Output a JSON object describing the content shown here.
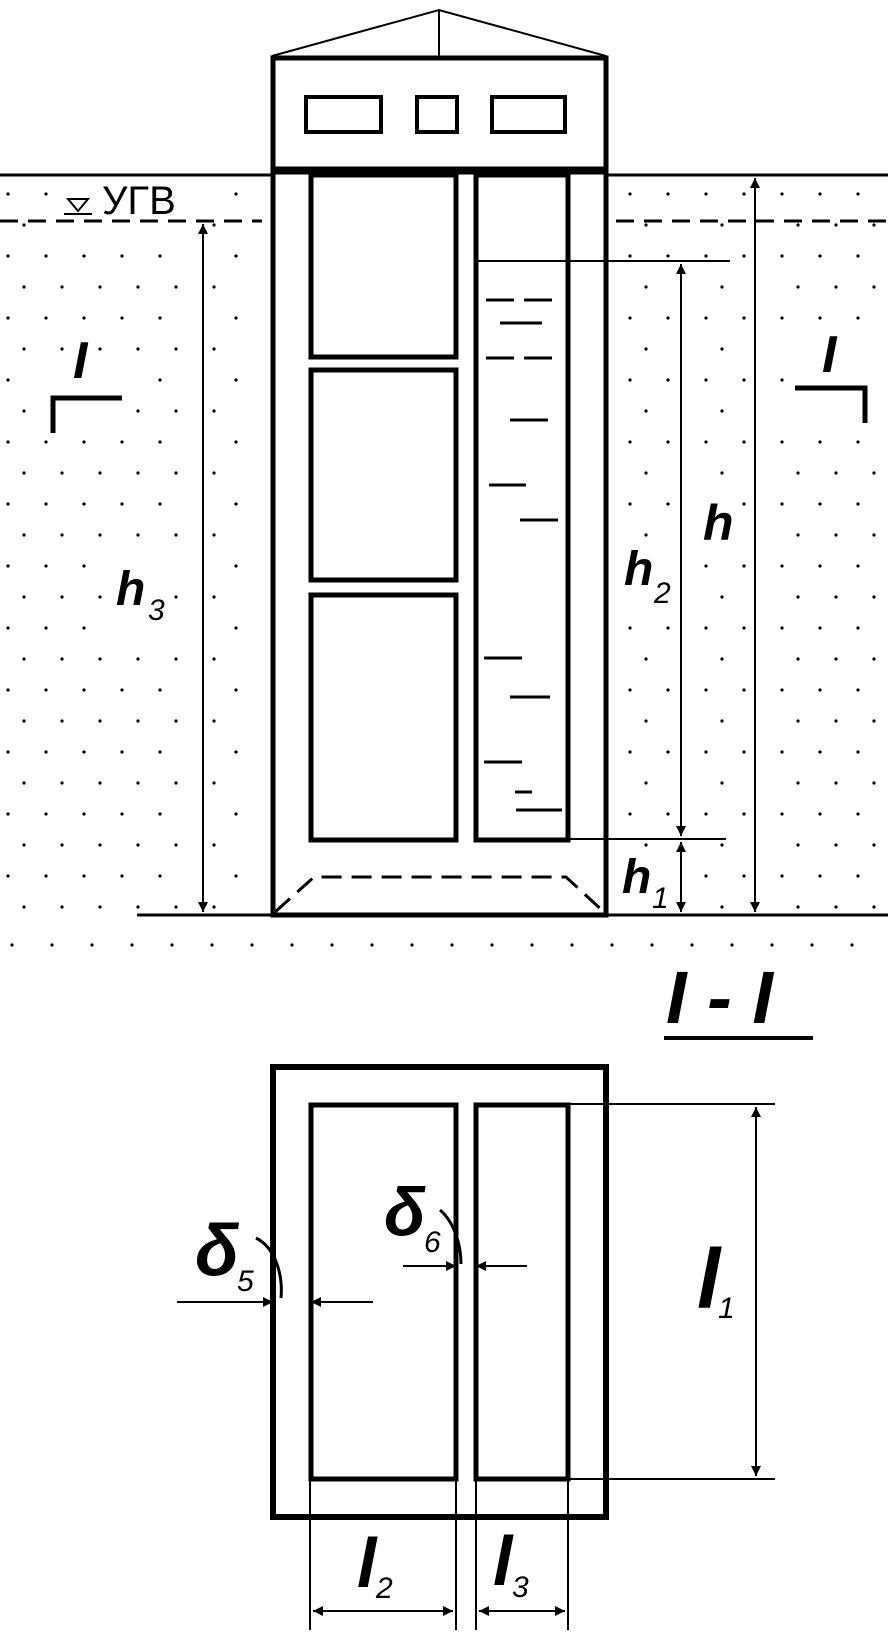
{
  "water_level": {
    "label": "УГВ"
  },
  "section_marks": {
    "left": "I",
    "right": "I",
    "title": "I - I"
  },
  "dimensions": {
    "h": "h",
    "h1": {
      "base": "h",
      "sub": "1"
    },
    "h2": {
      "base": "h",
      "sub": "2"
    },
    "h3": {
      "base": "h",
      "sub": "3"
    },
    "l1": {
      "base": "l",
      "sub": "1"
    },
    "l2": {
      "base": "l",
      "sub": "2"
    },
    "l3": {
      "base": "l",
      "sub": "3"
    },
    "d5": {
      "base": "δ",
      "sub": "5"
    },
    "d6": {
      "base": "δ",
      "sub": "6"
    }
  },
  "colors": {
    "ink": "#000000",
    "paper": "#ffffff"
  }
}
